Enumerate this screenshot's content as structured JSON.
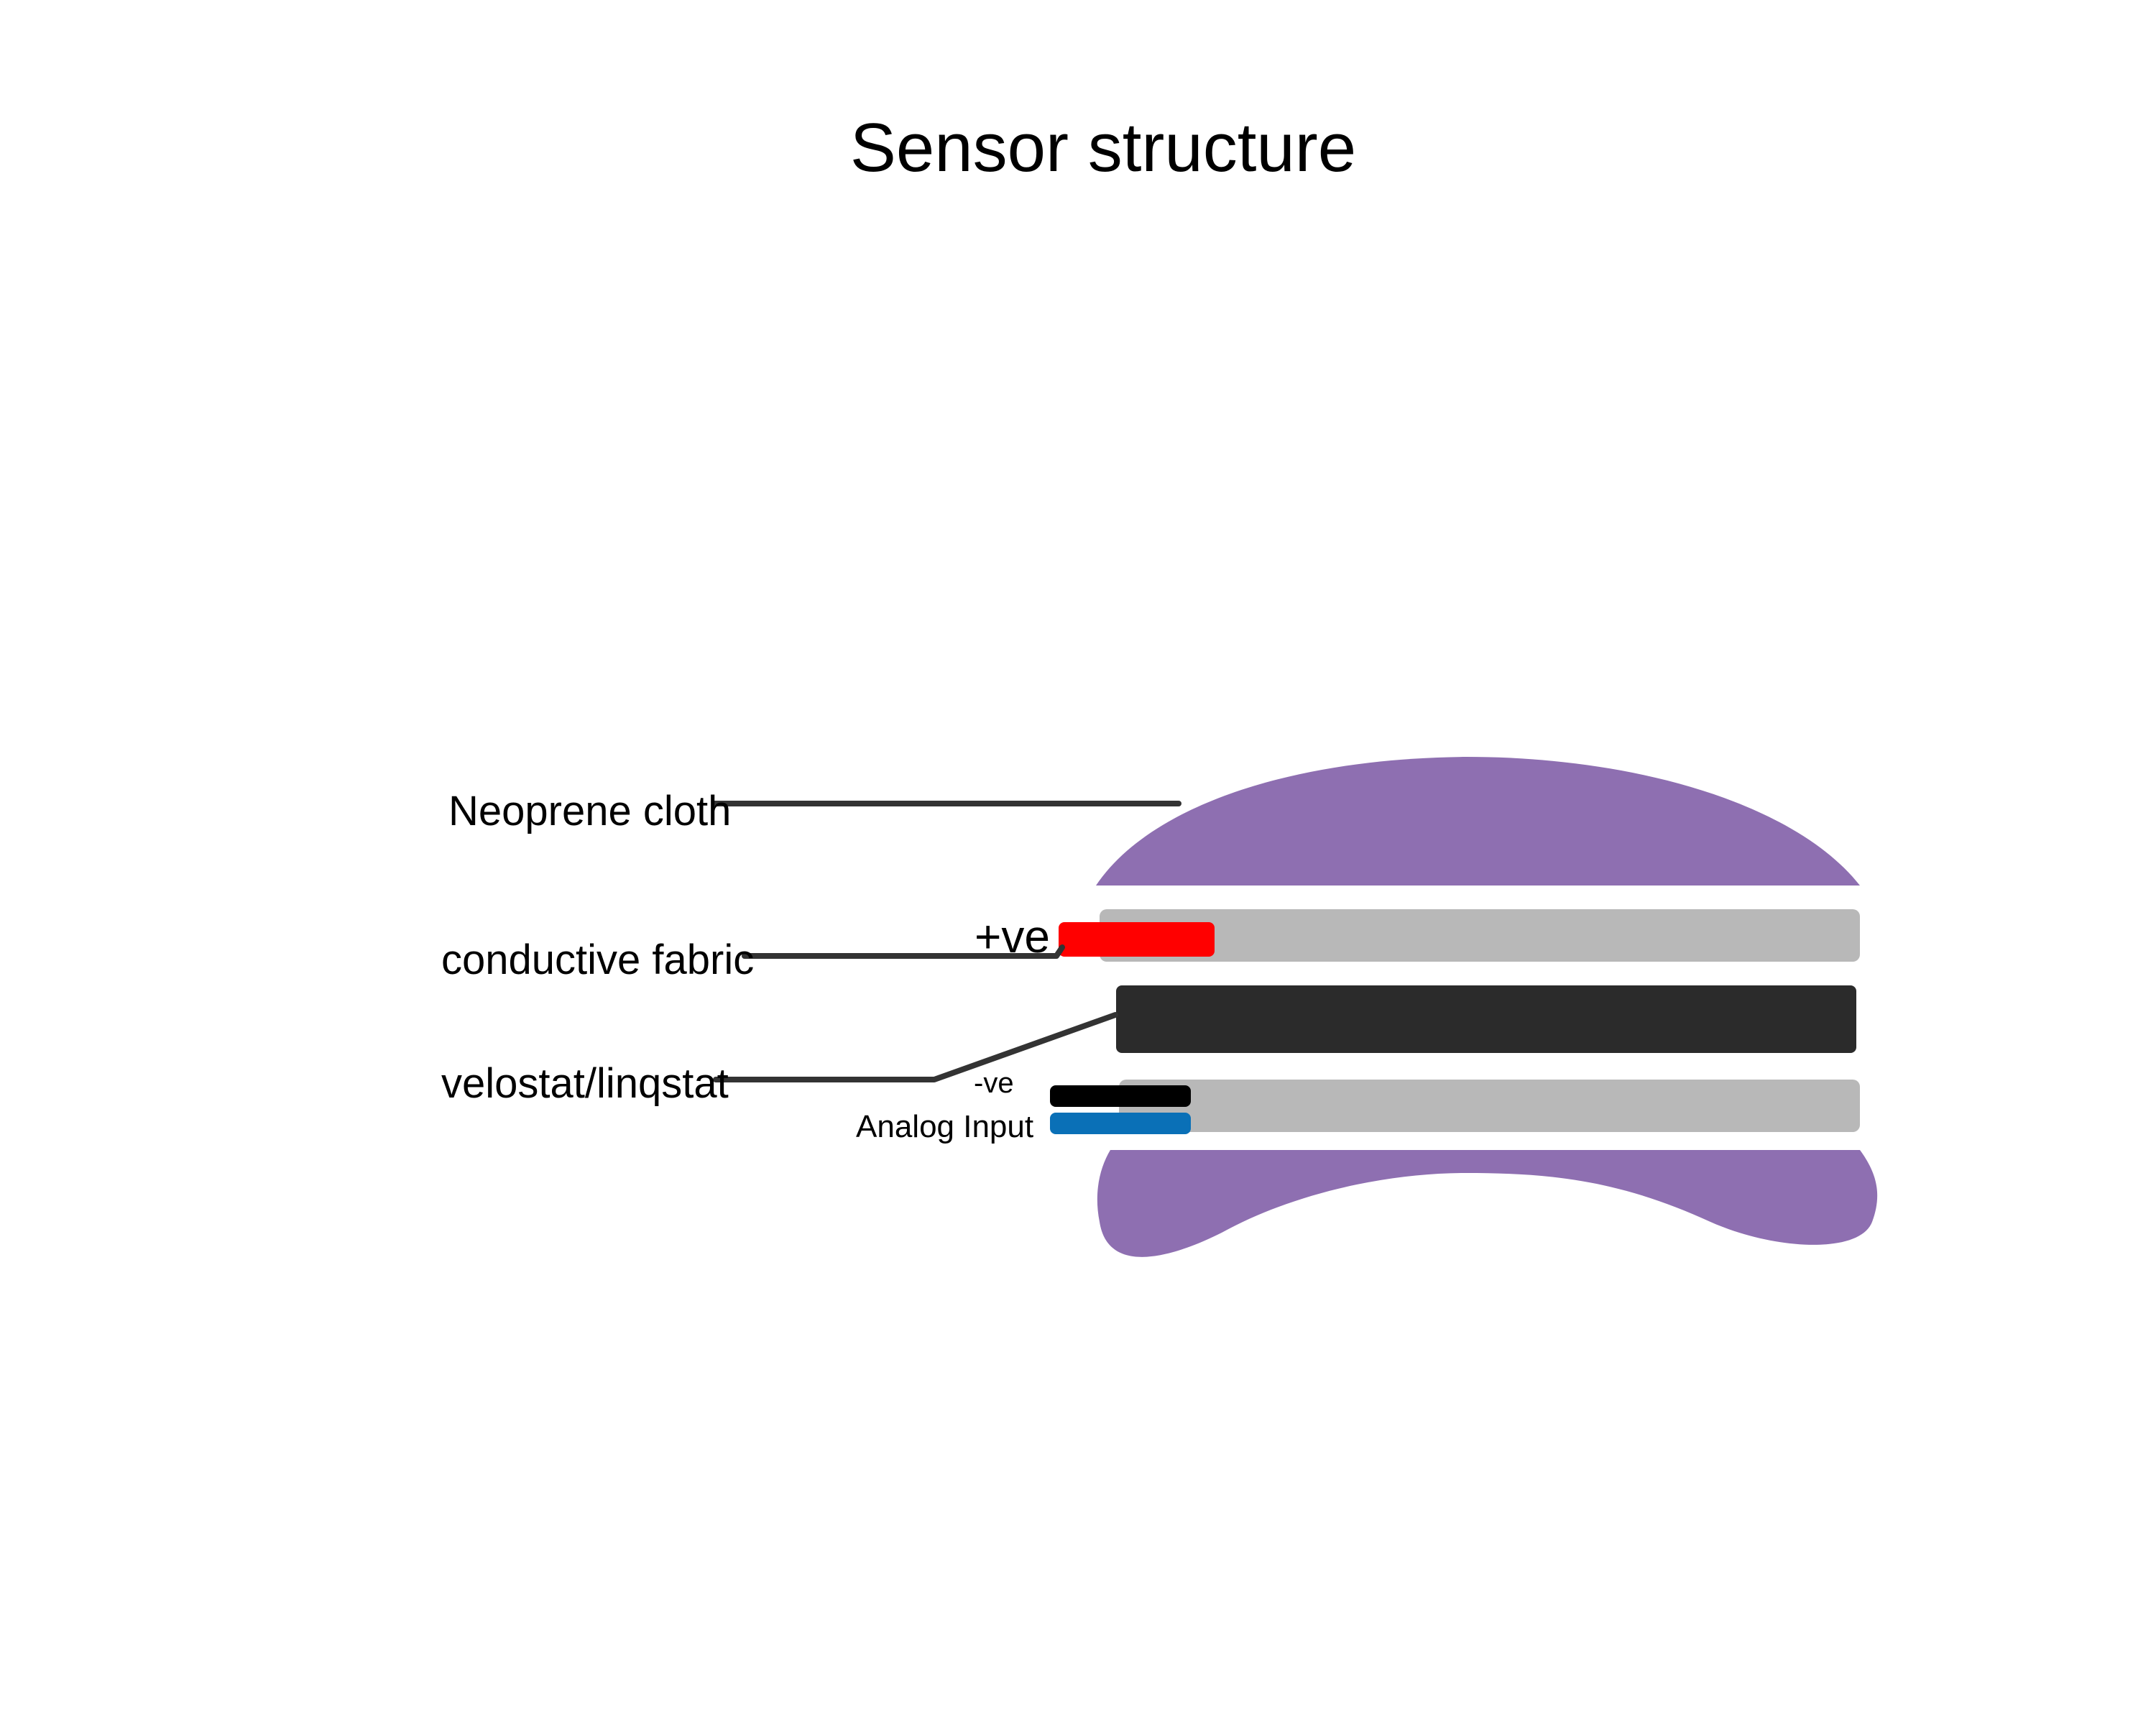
{
  "title": "Sensor structure",
  "labels": {
    "neoprene": "Neoprene cloth",
    "conductive": "conductive fabric",
    "velostat": "velostat/linqstat",
    "positive": "+ve",
    "negative": "-ve",
    "analog": "Analog Input"
  },
  "colors": {
    "neoprene": "#8e6fb1",
    "conductive_fabric": "#b8b8b8",
    "velostat": "#2b2b2b",
    "positive_wire": "#ff0000",
    "negative_wire": "#000000",
    "analog_wire": "#0a70b7",
    "leader_line": "#333333"
  }
}
